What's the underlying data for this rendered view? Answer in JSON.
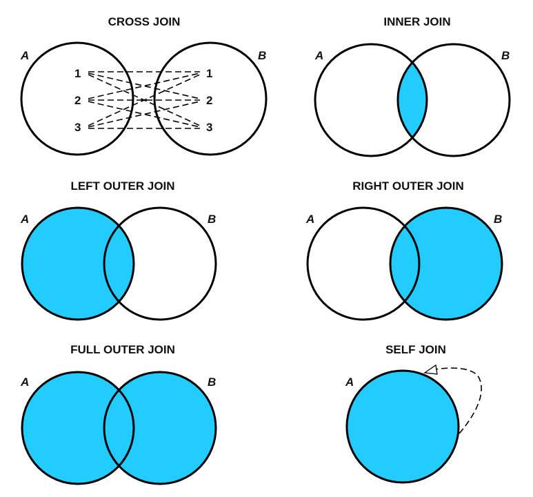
{
  "fill_color": "#22CCFF",
  "stroke_color": "#000000",
  "panels": {
    "cross_join": {
      "title": "CROSS JOIN",
      "set_a": "A",
      "set_b": "B",
      "rows_a": [
        "1",
        "2",
        "3"
      ],
      "rows_b": [
        "1",
        "2",
        "3"
      ],
      "highlight": "pairs"
    },
    "inner_join": {
      "title": "INNER JOIN",
      "set_a": "A",
      "set_b": "B",
      "highlight": "intersection"
    },
    "left_outer_join": {
      "title": "LEFT OUTER JOIN",
      "set_a": "A",
      "set_b": "B",
      "highlight": "A"
    },
    "right_outer_join": {
      "title": "RIGHT OUTER JOIN",
      "set_a": "A",
      "set_b": "B",
      "highlight": "B"
    },
    "full_outer_join": {
      "title": "FULL OUTER JOIN",
      "set_a": "A",
      "set_b": "B",
      "highlight": "A and B"
    },
    "self_join": {
      "title": "SELF JOIN",
      "set_a": "A",
      "highlight": "A"
    }
  }
}
